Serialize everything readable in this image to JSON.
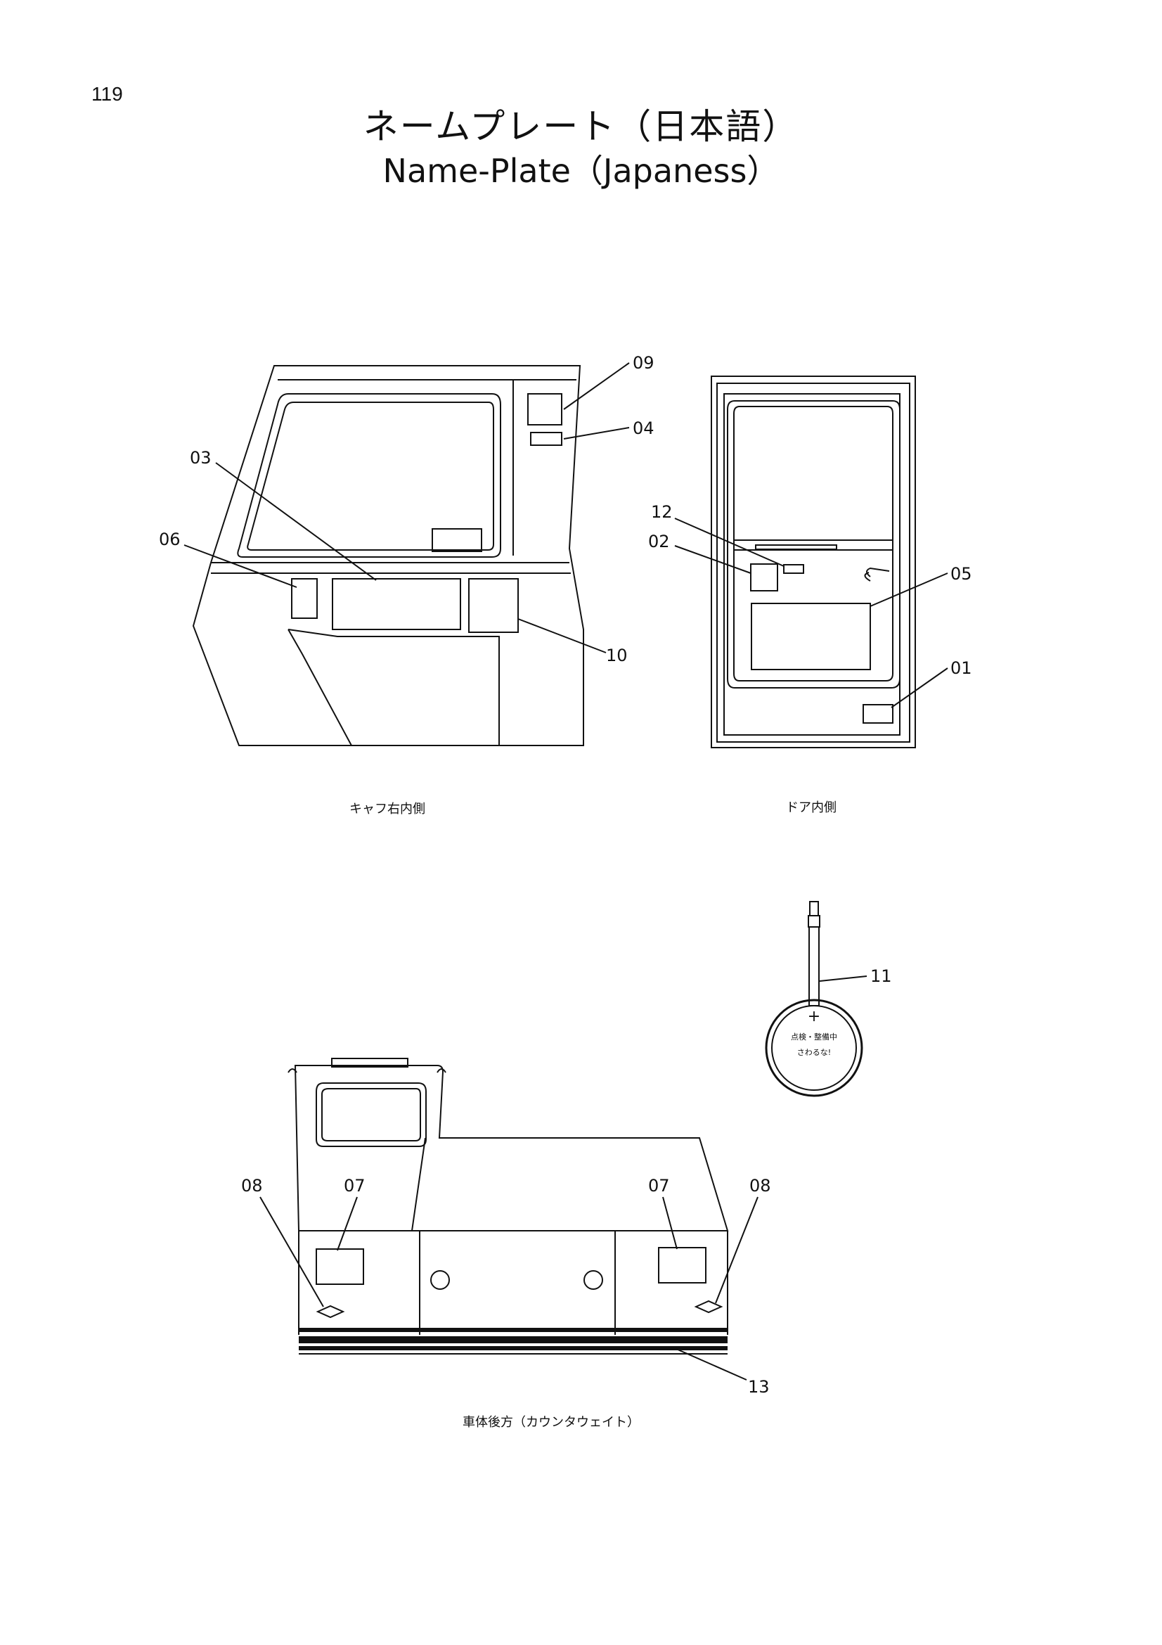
{
  "page": {
    "number": "119",
    "title_ja": "ネームプレート（日本語）",
    "title_en": "Name-Plate（Japaness）"
  },
  "views": {
    "cab_right_inside": {
      "caption": "キャフ右内側"
    },
    "door_inside": {
      "caption": "ドア内側"
    },
    "rear_counterweight": {
      "caption": "車体後方（カウンタウェイト）"
    }
  },
  "tag_plate": {
    "line1": "点検・整備中",
    "line2": "さわるな!"
  },
  "callouts": [
    "01",
    "02",
    "03",
    "04",
    "05",
    "06",
    "07",
    "08",
    "09",
    "10",
    "11",
    "12",
    "13"
  ]
}
